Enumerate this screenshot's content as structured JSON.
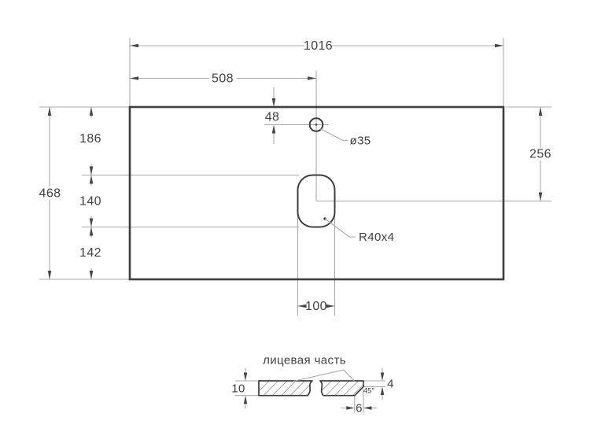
{
  "plan": {
    "total_width": "1016",
    "hole_offset_left": "508",
    "hole_offset_top": "48",
    "hole_diameter": "ø35",
    "total_depth": "468",
    "back_to_cutout": "186",
    "cutout_depth": "140",
    "cutout_to_front": "142",
    "cutout_center_depth": "256",
    "cutout_width": "100",
    "cutout_radius": "R40x4"
  },
  "section": {
    "face_label": "лицевая часть",
    "thickness": "10",
    "edge_height": "4",
    "chamfer_angle": "45°",
    "chamfer_width": "6"
  },
  "colors": {
    "background": "#ffffff",
    "outline": "#3e3e44",
    "dim_line": "#a9a9ae",
    "text": "#404046",
    "hatch": "#55555c"
  }
}
